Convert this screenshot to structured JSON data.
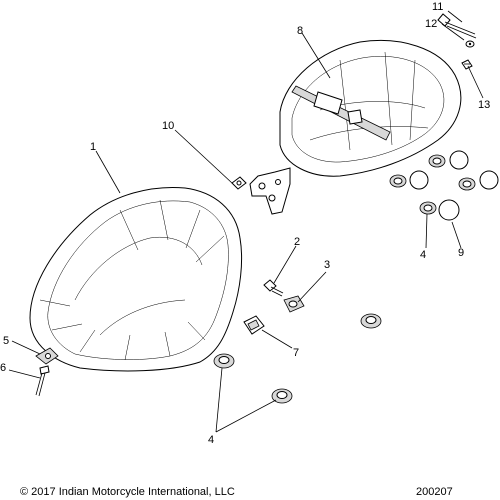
{
  "callouts": {
    "c1": "1",
    "c2": "2",
    "c3": "3",
    "c4a": "4",
    "c4b": "4",
    "c5": "5",
    "c6": "6",
    "c7": "7",
    "c8": "8",
    "c9": "9",
    "c10": "10",
    "c11": "11",
    "c12": "12",
    "c13": "13"
  },
  "footer": {
    "copyright": "© 2017 Indian Motorcycle International, LLC",
    "drawing_number": "200207"
  }
}
